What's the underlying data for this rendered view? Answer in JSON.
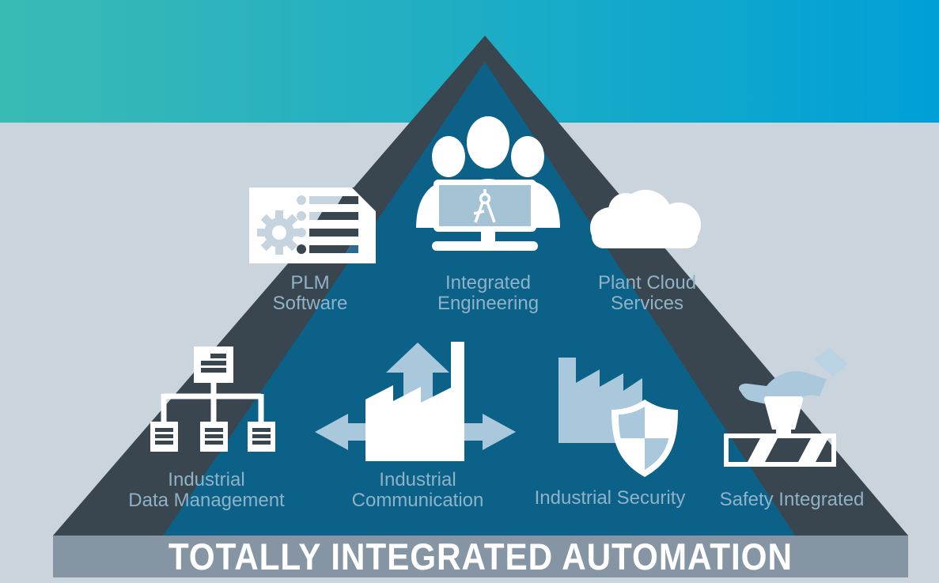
{
  "title": "Totally Integrated Automation pyramid diagram",
  "banner": {
    "label": "TOTALLY INTEGRATED AUTOMATION"
  },
  "colors": {
    "teal_left": "#3bbab4",
    "teal_right": "#00a0d6",
    "background": "#c9d4dc",
    "pyramid_outer": "#3a464f",
    "pyramid_inner": "#0b6188",
    "icon_white": "#ffffff",
    "icon_light_blue": "#a9c8db",
    "icon_pale_blue": "#c5d4df",
    "cuff_blue": "#b9d3e4",
    "screen_blue": "#a4c3d5",
    "bar_accent_blue": "#2a6a90",
    "label_text": "#8fb2c7",
    "banner_bg": "#8695a4",
    "banner_text": "#ffffff"
  },
  "pyramid": {
    "items": [
      {
        "id": "plm-software",
        "icon": "plm-document-gear-icon",
        "lines": [
          "PLM",
          "Software"
        ]
      },
      {
        "id": "integrated-engineering",
        "icon": "team-monitor-compass-icon",
        "lines": [
          "Integrated",
          "Engineering"
        ]
      },
      {
        "id": "plant-cloud-services",
        "icon": "cloud-icon",
        "lines": [
          "Plant Cloud",
          "Services"
        ]
      },
      {
        "id": "industrial-data-management",
        "icon": "document-hierarchy-icon",
        "lines": [
          "Industrial",
          "Data Management"
        ]
      },
      {
        "id": "industrial-communication",
        "icon": "factory-arrows-icon",
        "lines": [
          "Industrial",
          "Communication"
        ]
      },
      {
        "id": "industrial-security",
        "icon": "factory-shield-icon",
        "lines": [
          "Industrial Security"
        ]
      },
      {
        "id": "safety-integrated",
        "icon": "emergency-stop-hand-icon",
        "lines": [
          "Safety Integrated"
        ]
      }
    ]
  }
}
